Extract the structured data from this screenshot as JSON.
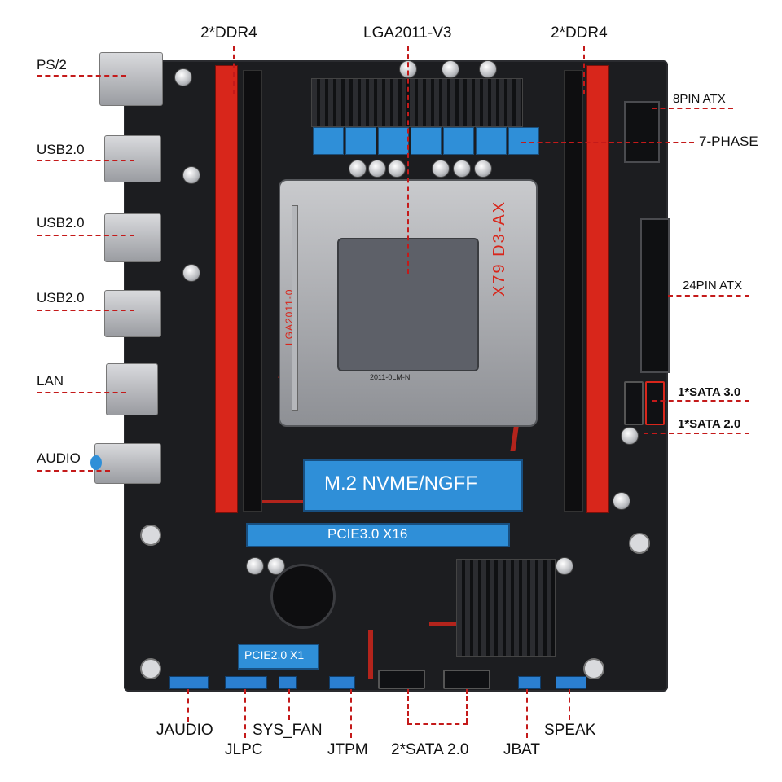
{
  "labels": {
    "ddr4_left": "2*DDR4",
    "cpu_socket": "LGA2011-V3",
    "ddr4_right": "2*DDR4",
    "ps2": "PS/2",
    "usb1": "USB2.0",
    "usb2": "USB2.0",
    "usb3": "USB2.0",
    "lan": "LAN",
    "audio": "AUDIO",
    "atx8": "8PIN ATX",
    "phase": "7-PHASE",
    "atx24": "24PIN ATX",
    "sata3": "1*SATA 3.0",
    "sata2": "1*SATA 2.0",
    "m2": "M.2 NVME/NGFF",
    "pcie16": "PCIE3.0 X16",
    "pcie1": "PCIE2.0 X1",
    "jaudio": "JAUDIO",
    "jlpc": "JLPC",
    "sys_fan": "SYS_FAN",
    "jtpm": "JTPM",
    "sata_bottom": "2*SATA 2.0",
    "jbat": "JBAT",
    "speak": "SPEAK"
  },
  "board": {
    "silk_model": "X79 D3-AX",
    "silk_socket": "LGA2011-0",
    "cpu_plate_text": "2011-0LM-N"
  },
  "colors": {
    "accent_red": "#d8261b",
    "label_blue": "#2f8fd8",
    "leader_line": "#c41a1a"
  }
}
